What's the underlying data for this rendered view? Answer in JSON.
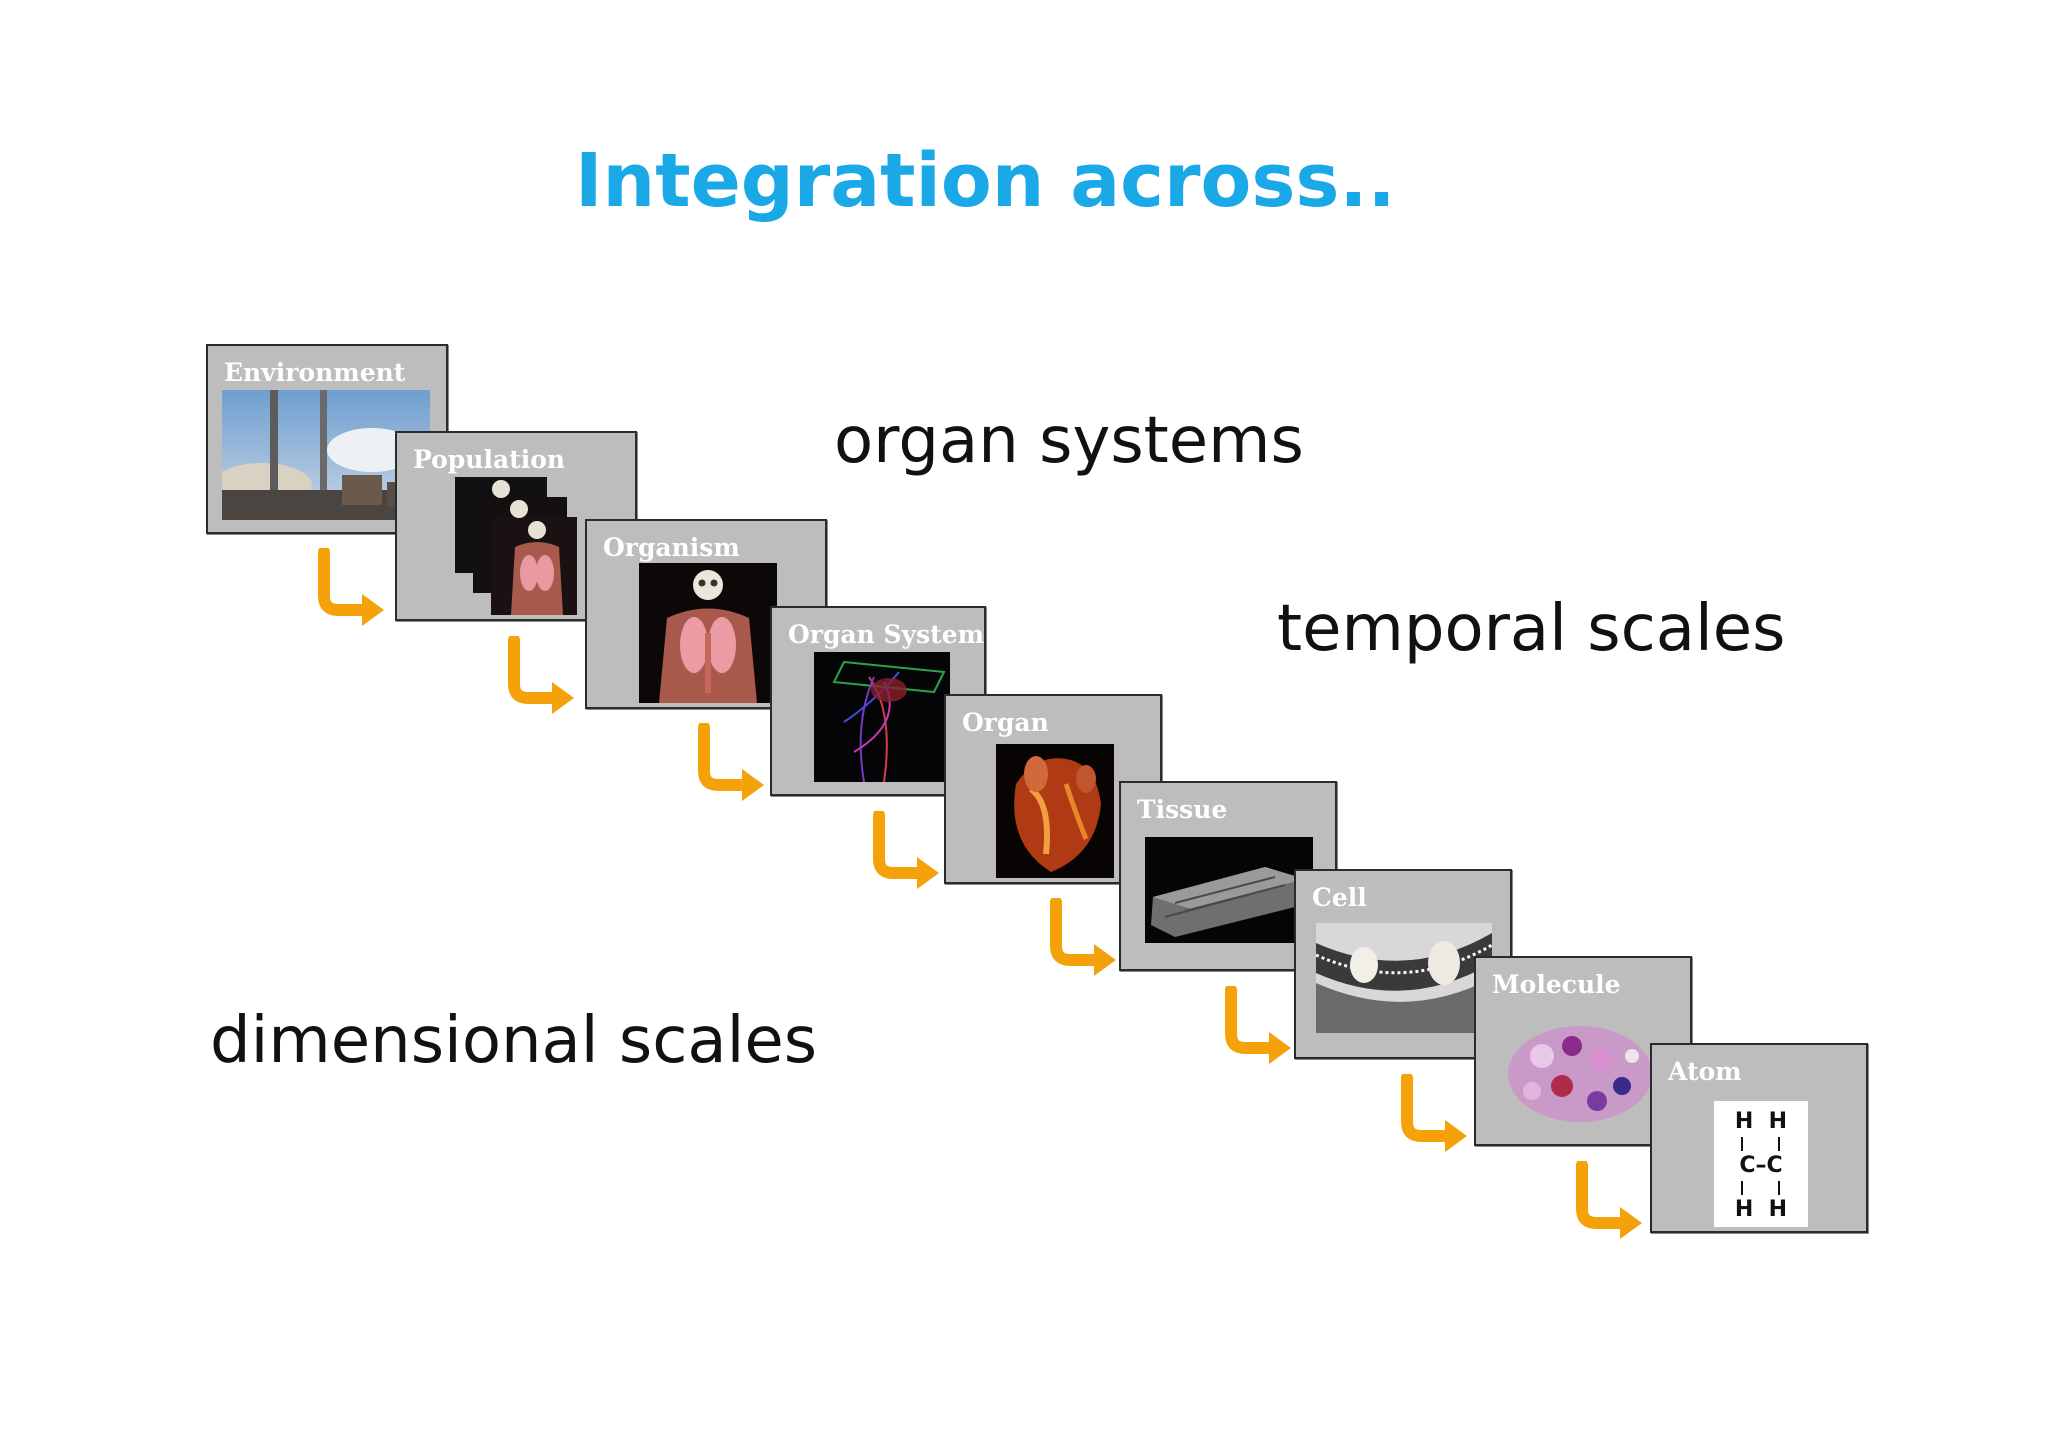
{
  "title": "Integration across..",
  "phrases": {
    "organ_systems": "organ systems",
    "temporal_scales": "temporal scales",
    "dimensional_scales": "dimensional scales"
  },
  "levels": [
    {
      "id": "environment",
      "label": "Environment"
    },
    {
      "id": "population",
      "label": "Population"
    },
    {
      "id": "organism",
      "label": "Organism"
    },
    {
      "id": "organ-system",
      "label": "Organ System"
    },
    {
      "id": "organ",
      "label": "Organ"
    },
    {
      "id": "tissue",
      "label": "Tissue"
    },
    {
      "id": "cell",
      "label": "Cell"
    },
    {
      "id": "molecule",
      "label": "Molecule"
    },
    {
      "id": "atom",
      "label": "Atom"
    }
  ],
  "atom_formula": {
    "top": "H  H",
    "middle": "C–C",
    "bottom": "H  H"
  },
  "colors": {
    "title": "#1aa9e6",
    "arrow": "#f5a20a",
    "card": "#bdbdbd"
  }
}
